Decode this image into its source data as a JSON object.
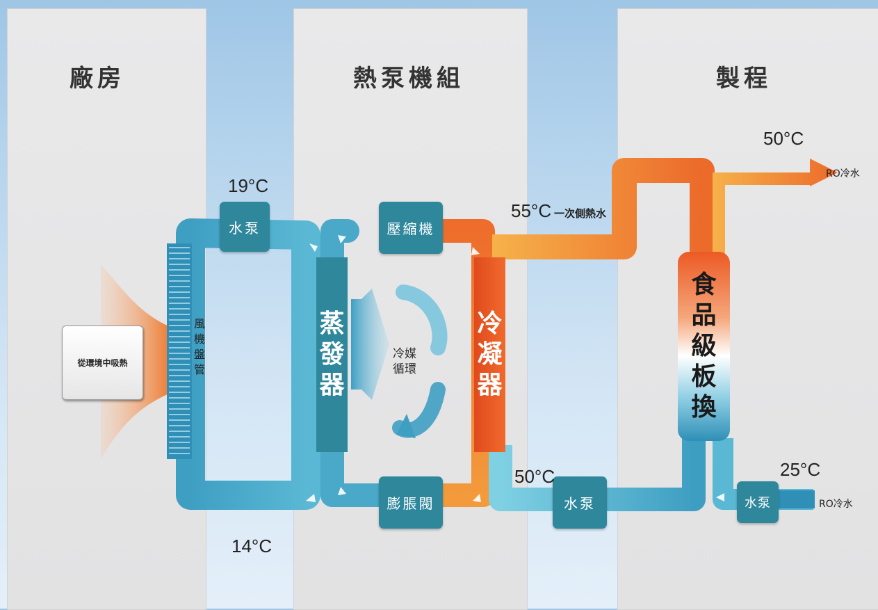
{
  "sections": {
    "plant": "廠房",
    "heat_pump": "熱泵機組",
    "process": "製程"
  },
  "labels": {
    "absorb_heat": "從環境中吸熱",
    "fan_coil": "風機盤管",
    "pump_left": "水泵",
    "compressor": "壓縮機",
    "expansion_valve": "膨脹閥",
    "evaporator": "蒸發器",
    "refrigerant_cycle_line1": "冷媒",
    "refrigerant_cycle_line2": "循環",
    "condenser": "冷凝器",
    "plate_exchanger": "食品級板換",
    "pump_middle": "水泵",
    "pump_right": "水泵",
    "primary_hot_water": "一次側熱水",
    "ro_cold_water_out": "RO冷水",
    "ro_cold_water_in": "RO冷水"
  },
  "temperatures": {
    "supply_19": "19°C",
    "return_14": "14°C",
    "hot_55": "55°C",
    "return_50": "50°C",
    "out_50": "50°C",
    "in_25": "25°C"
  },
  "colors": {
    "cold_pipe": "#4aa8c8",
    "hot_pipe": "#ee7a35",
    "unit_box": "#2f879c",
    "condenser": "#e8582a"
  }
}
